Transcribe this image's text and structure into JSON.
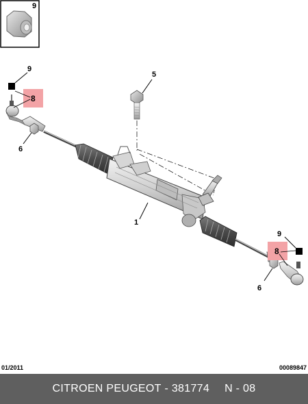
{
  "callouts": {
    "inset": "9",
    "bolt": "5",
    "rack": "1",
    "left_boot_clip": "9",
    "left_highlight": "8",
    "left_nut": "6",
    "right_boot_clip": "9",
    "right_highlight": "8",
    "right_nut": "6"
  },
  "footer": {
    "date": "01/2011",
    "code": "00089847",
    "brand": "CITROEN PEUGEOT",
    "separator": " - ",
    "part_number": "381774",
    "page": "N - 08"
  },
  "colors": {
    "highlight": "#f3a3a6",
    "footer_bg": "#5f5f5f"
  }
}
